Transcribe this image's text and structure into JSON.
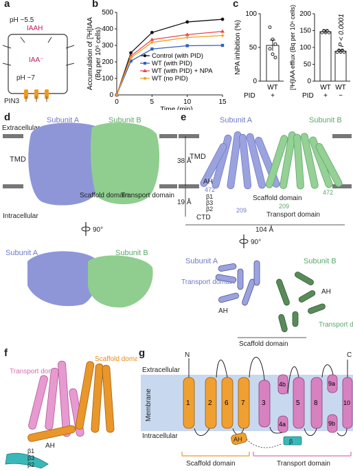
{
  "panels": {
    "a": {
      "label": "a",
      "ph_out": "pH ~5.5",
      "iaah": "IAAH",
      "iaa_minus": "IAA⁻",
      "ph_in": "pH ~7",
      "pin3": "PIN3"
    },
    "b": {
      "label": "b"
    },
    "c": {
      "label": "c"
    },
    "d": {
      "label": "d",
      "subunit_a": "Subunit A",
      "subunit_b": "Subunit B",
      "extracellular": "Extracellular",
      "tmd": "TMD",
      "intracellular": "Intracellular",
      "scaffold": "Scaffold\ndomain",
      "transport": "Transport\ndomain",
      "rot": "90°"
    },
    "e": {
      "label": "e",
      "subunit_a": "Subunit A",
      "subunit_b": "Subunit B",
      "tmd": "TMD",
      "ah": "AH",
      "ctd": "CTD",
      "scaffold": "Scaffold\ndomain",
      "transport": "Transport domain",
      "dim38": "38 Å",
      "dim19": "19 Å",
      "dim104": "104 Å",
      "rot": "90°",
      "n472a": "472",
      "n209a": "209",
      "n209b": "209",
      "n472b": "472",
      "b1": "β1",
      "b2": "β2",
      "b3": "β3",
      "scaffold_bottom": "Scaffold domain",
      "transport_a": "Transport\ndomain",
      "transport_b": "Transport\ndomain"
    },
    "f": {
      "label": "f",
      "transport": "Transport\ndomain",
      "scaffold": "Scaffold\ndomain",
      "ah": "AH",
      "b1": "β1",
      "b2": "β2",
      "b3": "β3"
    },
    "g": {
      "label": "g",
      "extracellular": "Extracellular",
      "membrane": "Membrane",
      "intracellular": "Intracellular",
      "scaffold": "Scaffold domain",
      "transport": "Transport domain",
      "ah": "AH",
      "beta": "β",
      "n": "N",
      "c": "C"
    }
  },
  "chart_data": [
    {
      "type": "line",
      "panel": "b",
      "xlabel": "Time (min)",
      "ylabel": "Accumulation of [³H]IAA\n(Bq per 10⁶ cells)",
      "xlim": [
        0,
        15
      ],
      "ylim": [
        0,
        500
      ],
      "xticks": [
        0,
        5,
        10,
        15
      ],
      "yticks": [
        0,
        100,
        200,
        300,
        400,
        500
      ],
      "x": [
        0,
        2,
        5,
        10,
        15
      ],
      "series": [
        {
          "name": "Control (with PID)",
          "color": "#111111",
          "marker": "circle",
          "values": [
            0,
            255,
            378,
            442,
            458
          ]
        },
        {
          "name": "WT (with PID)",
          "color": "#2f5fbf",
          "marker": "square",
          "values": [
            0,
            205,
            278,
            298,
            300
          ]
        },
        {
          "name": "WT (with PID) + NPA",
          "color": "#e8474c",
          "marker": "triangle",
          "values": [
            0,
            235,
            335,
            365,
            385
          ]
        },
        {
          "name": "WT (no PID)",
          "color": "#f0a020",
          "marker": "star",
          "values": [
            0,
            225,
            318,
            348,
            360
          ]
        }
      ]
    },
    {
      "type": "bar",
      "panel": "c-left",
      "ylabel": "NPA inhibition (%)",
      "ylim": [
        0,
        100
      ],
      "yticks": [
        0,
        50,
        100
      ],
      "categories": [
        "WT"
      ],
      "row_label": "PID",
      "row_values": [
        "+"
      ],
      "values": [
        53
      ],
      "error": [
        8
      ],
      "points": [
        80,
        62,
        55,
        48,
        40,
        35
      ]
    },
    {
      "type": "bar",
      "panel": "c-right",
      "ylabel": "[³H]IAA efflux (Bq per 10⁶ cells)",
      "ylim": [
        0,
        200
      ],
      "yticks": [
        0,
        50,
        100,
        150,
        200
      ],
      "categories": [
        "WT",
        "WT"
      ],
      "row_label": "PID",
      "row_values": [
        "+",
        "−"
      ],
      "values": [
        147,
        89
      ],
      "error": [
        5,
        4
      ],
      "annotation": "P < 0.0001"
    }
  ]
}
